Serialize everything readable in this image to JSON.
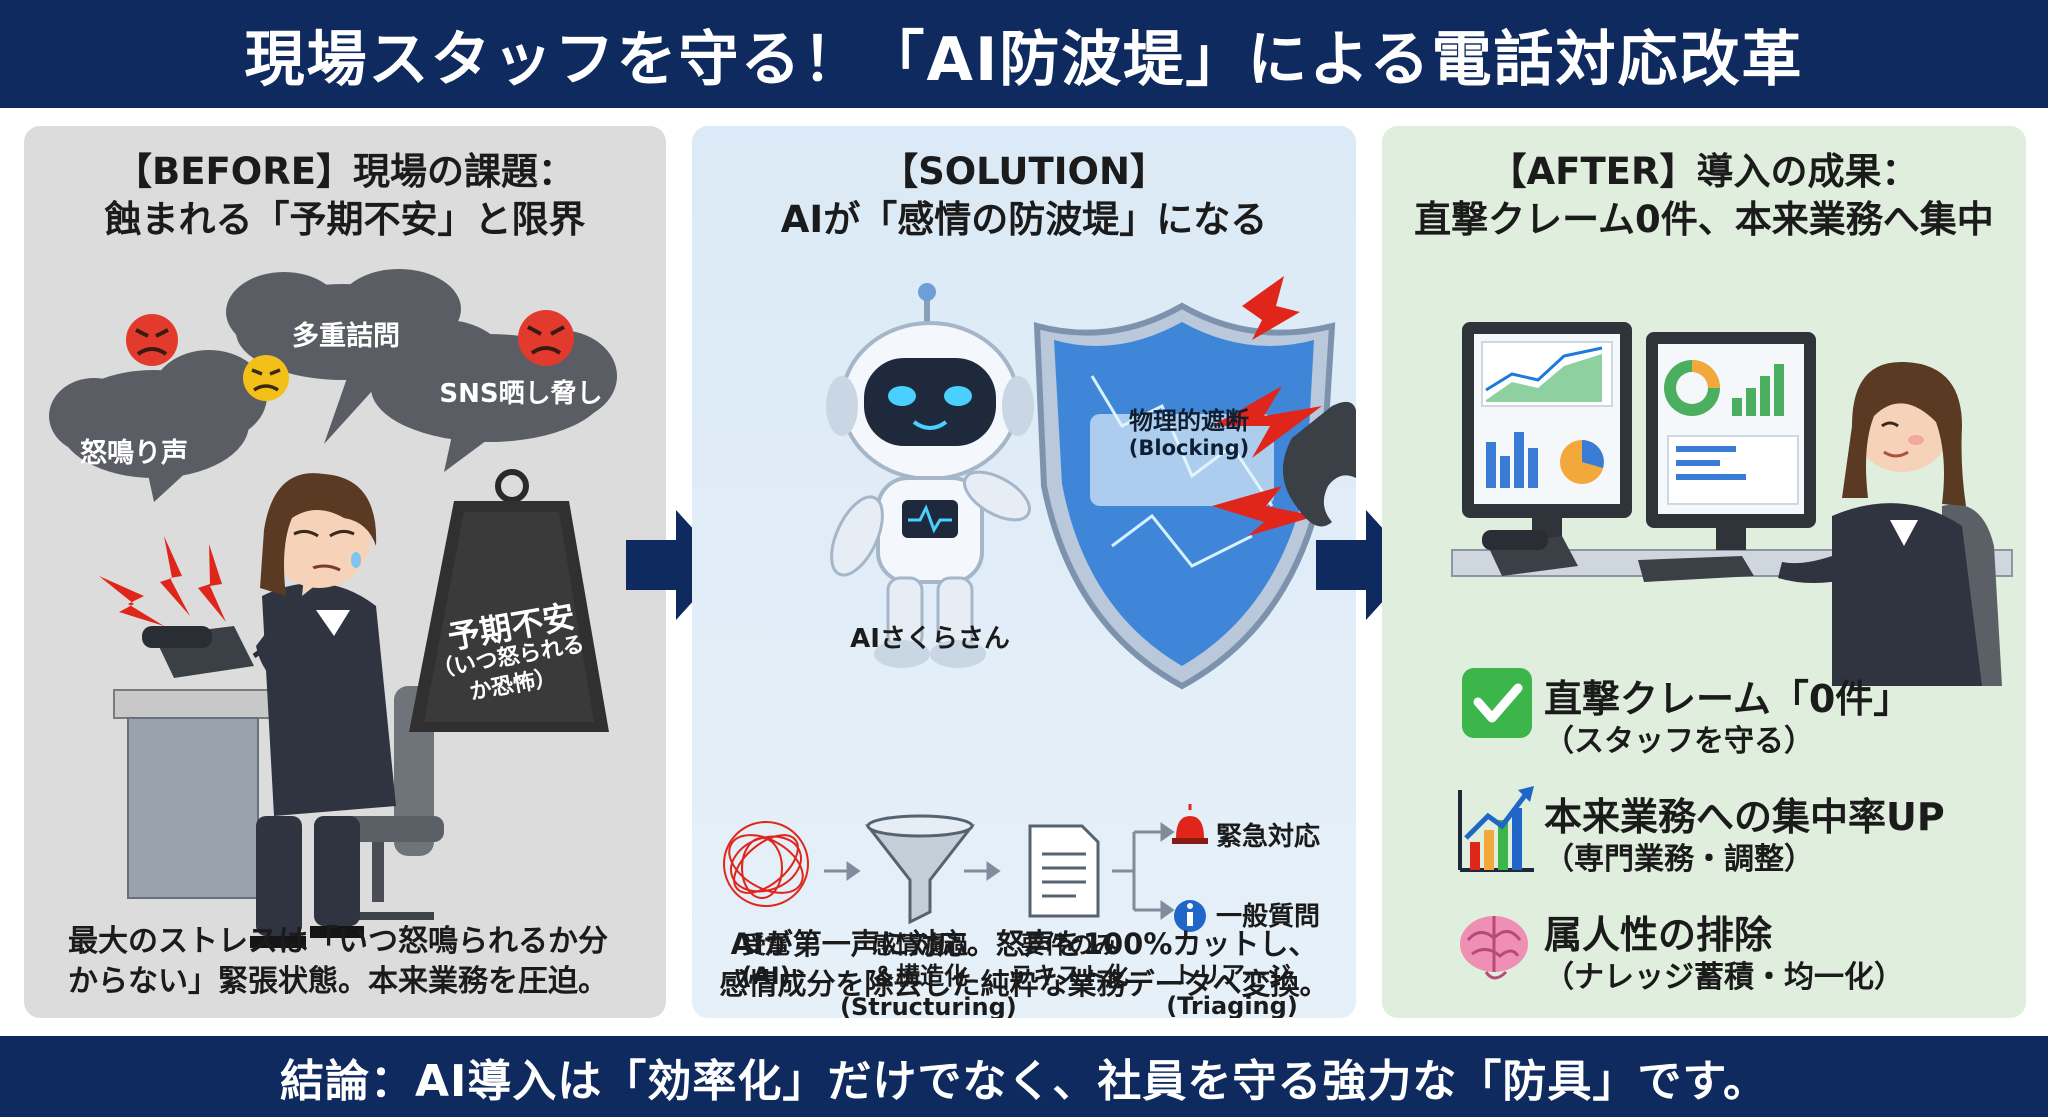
{
  "title": "現場スタッフを守る！「AI防波堤」による電話対応改革",
  "footer": "結論：AI導入は「効率化」だけでなく、社員を守る強力な「防具」です。",
  "colors": {
    "navy": "#0e2a5e",
    "before_bg": "#dcdcdc",
    "solution_bg": "#dbeaf6",
    "after_bg": "#dfeedd",
    "alert_red": "#e0261b"
  },
  "before": {
    "heading_line1": "【BEFORE】現場の課題：",
    "heading_line2": "蝕まれる「予期不安」と限界",
    "cloud_left": "怒鳴り声",
    "cloud_center": "多重詰問",
    "cloud_right": "SNS晒し脅し",
    "weight_label": "予期不安",
    "weight_sub1": "（いつ怒られる",
    "weight_sub2": "か恐怖）",
    "caption_line1": "最大のストレスは「いつ怒鳴られるか分",
    "caption_line2": "からない」緊張状態。本来業務を圧迫。"
  },
  "solution": {
    "heading_line1": "【SOLUTION】",
    "heading_line2": "AIが「感情の防波堤」になる",
    "shield_label": "物理的遮断",
    "shield_sub": "(Blocking)",
    "robot_name": "AIさくらさん",
    "flow": [
      {
        "line1": "受電",
        "line2": "(AI)",
        "line3": ""
      },
      {
        "line1": "感情濾過",
        "line2": "＆構造化",
        "line3": "(Structuring)"
      },
      {
        "line1": "要件のみ",
        "line2": "テキスト化",
        "line3": ""
      },
      {
        "line1": "トリアージ",
        "line2": "(Triaging)",
        "line3": ""
      }
    ],
    "branch_urgent": "緊急対応",
    "branch_general": "一般質問",
    "caption_line1": "AIが第一声に対応。怒声を100%カットし、",
    "caption_line2": "感情成分を除去した純粋な業務データへ変換。"
  },
  "after": {
    "heading_line1": "【AFTER】導入の成果：",
    "heading_line2": "直撃クレーム0件、本来業務へ集中",
    "results": [
      {
        "title": "直撃クレーム「0件」",
        "sub": "（スタッフを守る）",
        "icon": "check-icon"
      },
      {
        "title": "本来業務への集中率UP",
        "sub": "（専門業務・調整）",
        "icon": "growth-chart-icon"
      },
      {
        "title": "属人性の排除",
        "sub": "（ナレッジ蓄積・均一化）",
        "icon": "brain-icon"
      }
    ]
  }
}
